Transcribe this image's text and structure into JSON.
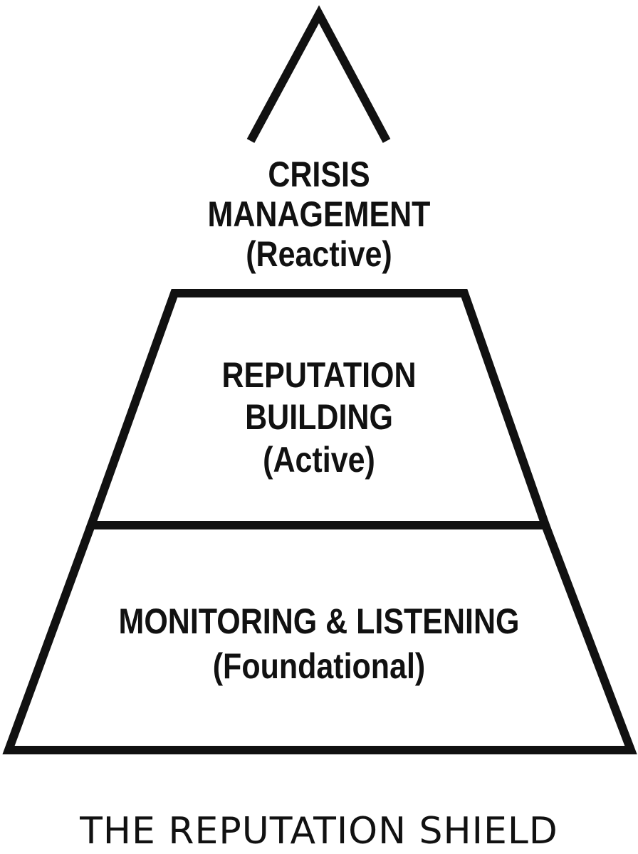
{
  "diagram": {
    "tiers": [
      {
        "id": "top",
        "lines": [
          "CRISIS",
          "MANAGEMENT",
          "(Reactive)"
        ]
      },
      {
        "id": "middle",
        "lines": [
          "REPUTATION",
          "BUILDING",
          "(Active)"
        ]
      },
      {
        "id": "bottom",
        "lines": [
          "MONITORING & LISTENING",
          "(Foundational)"
        ]
      }
    ],
    "caption": "THE REPUTATION SHIELD"
  }
}
